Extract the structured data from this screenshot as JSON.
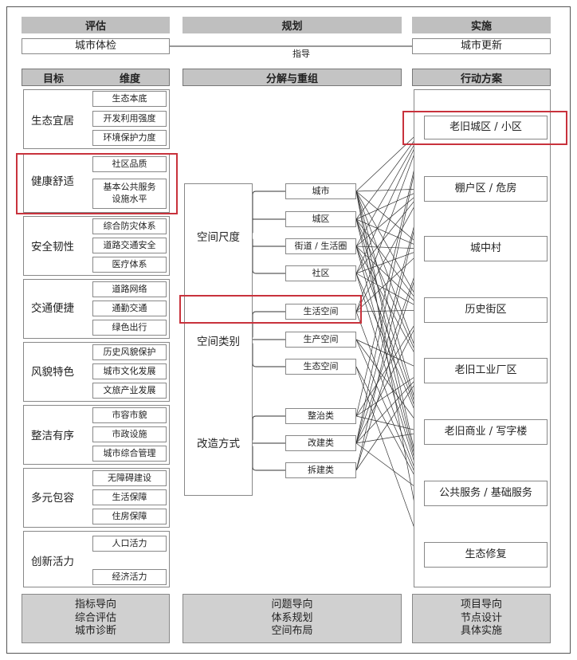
{
  "header": {
    "evaluate": "评估",
    "plan": "规划",
    "implement": "实施"
  },
  "top": {
    "city_check": "城市体检",
    "city_renewal": "城市更新",
    "guide": "指导"
  },
  "bars": {
    "goal": "目标",
    "dimension": "维度",
    "decompose": "分解与重组",
    "action": "行动方案"
  },
  "goals": [
    {
      "name": "生态宜居",
      "dims": [
        "生态本底",
        "开发利用强度",
        "环境保护力度"
      ]
    },
    {
      "name": "健康舒适",
      "dims": [
        "社区品质",
        "基本公共服务\n设施水平"
      ]
    },
    {
      "name": "安全韧性",
      "dims": [
        "综合防灾体系",
        "道路交通安全",
        "医疗体系"
      ]
    },
    {
      "name": "交通便捷",
      "dims": [
        "道路网络",
        "通勤交通",
        "绿色出行"
      ]
    },
    {
      "name": "风貌特色",
      "dims": [
        "历史风貌保护",
        "城市文化发展",
        "文旅产业发展"
      ]
    },
    {
      "name": "整洁有序",
      "dims": [
        "市容市貌",
        "市政设施",
        "城市综合管理"
      ]
    },
    {
      "name": "多元包容",
      "dims": [
        "无障碍建设",
        "生活保障",
        "住房保障"
      ]
    },
    {
      "name": "创新活力",
      "dims": [
        "人口活力",
        "经济活力"
      ]
    }
  ],
  "middle": {
    "groups": [
      {
        "name": "空间尺度",
        "items": [
          "城市",
          "城区",
          "街道 / 生活圈",
          "社区"
        ]
      },
      {
        "name": "空间类别",
        "items": [
          "生活空间",
          "生产空间",
          "生态空间"
        ]
      },
      {
        "name": "改造方式",
        "items": [
          "整治类",
          "改建类",
          "拆建类"
        ]
      }
    ]
  },
  "actions": [
    "老旧城区 / 小区",
    "棚户区 / 危房",
    "城中村",
    "历史街区",
    "老旧工业厂区",
    "老旧商业 / 写字楼",
    "公共服务 / 基础服务",
    "生态修复"
  ],
  "footer": {
    "left": [
      "指标导向",
      "综合评估",
      "城市诊断"
    ],
    "middle": [
      "问题导向",
      "体系规划",
      "空间布局"
    ],
    "right": [
      "项目导向",
      "节点设计",
      "具体实施"
    ]
  },
  "colors": {
    "highlight": "#c8323c",
    "header_bg": "#bfbfbf",
    "footer_bg": "#d0d0d0"
  }
}
